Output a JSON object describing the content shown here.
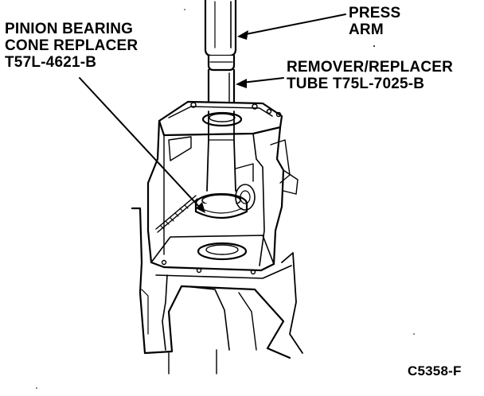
{
  "labels": {
    "pinion_bearing": [
      "PINION BEARING",
      "CONE REPLACER",
      "T57L-4621-B"
    ],
    "press_arm": [
      "PRESS",
      "ARM"
    ],
    "remover_tube": [
      "REMOVER/REPLACER",
      "TUBE T75L-7025-B"
    ],
    "figure_id": "C5358-F"
  },
  "colors": {
    "line": "#000000",
    "background": "#ffffff"
  }
}
